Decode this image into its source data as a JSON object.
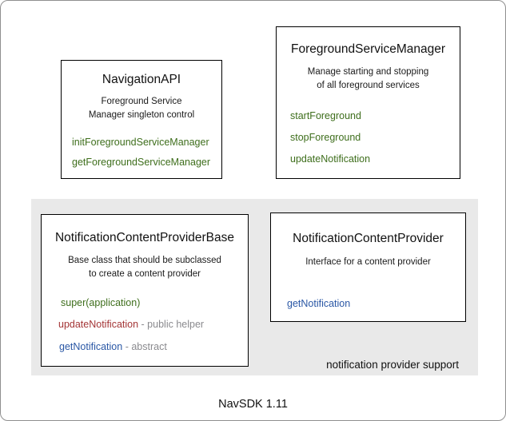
{
  "diagram": {
    "footer": "NavSDK 1.11",
    "panel_label": "notification provider support"
  },
  "colors": {
    "method_green": "#3e6e1c",
    "method_red": "#a43536",
    "method_blue": "#2a57a5",
    "annotation_gray": "#8a8a8e",
    "panel_background": "#e9e9e9",
    "box_border": "#000000",
    "outer_border": "#8f8f8f"
  },
  "boxes": {
    "navigation_api": {
      "title": "NavigationAPI",
      "description": [
        "Foreground Service",
        "Manager singleton control"
      ],
      "methods": [
        {
          "name": "initForegroundServiceManager",
          "color": "green",
          "annotation": ""
        },
        {
          "name": "getForegroundServiceManager",
          "color": "green",
          "annotation": ""
        }
      ]
    },
    "foreground_service_manager": {
      "title": "ForegroundServiceManager",
      "description": [
        "Manage starting and stopping",
        "of all foreground services"
      ],
      "methods": [
        {
          "name": "startForeground",
          "color": "green",
          "annotation": ""
        },
        {
          "name": "stopForeground",
          "color": "green",
          "annotation": ""
        },
        {
          "name": "updateNotification",
          "color": "green",
          "annotation": ""
        }
      ]
    },
    "notification_content_provider_base": {
      "title": "NotificationContentProviderBase",
      "description": [
        "Base class that should be subclassed",
        "to create a content provider"
      ],
      "methods": [
        {
          "name": "super(application)",
          "color": "green",
          "annotation": ""
        },
        {
          "name": "updateNotification",
          "color": "red",
          "annotation": " - public helper"
        },
        {
          "name": "getNotification",
          "color": "blue",
          "annotation": " - abstract"
        }
      ]
    },
    "notification_content_provider": {
      "title": "NotificationContentProvider",
      "description": [
        "Interface for a content provider"
      ],
      "methods": [
        {
          "name": "getNotification",
          "color": "blue",
          "annotation": ""
        }
      ]
    }
  }
}
